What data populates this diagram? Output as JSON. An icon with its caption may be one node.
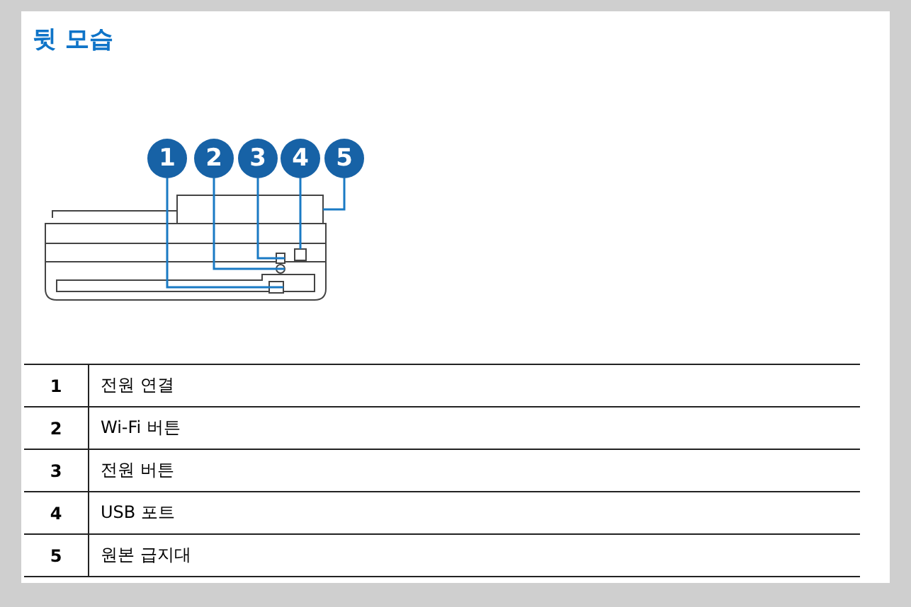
{
  "diagram": {
    "title": "뒷 모습",
    "nodes": [
      {
        "text": [
          "1"
        ]
      },
      {
        "text": [
          "2"
        ]
      },
      {
        "text": [
          "3"
        ]
      },
      {
        "text": [
          "4"
        ]
      },
      {
        "text": [
          "5"
        ]
      },
      {
        "text": [],
        "shape": "box"
      },
      {
        "text": [],
        "shape": "circle"
      },
      {
        "text": [],
        "shape": "box"
      },
      {
        "text": [],
        "shape": "box"
      },
      {
        "text": [],
        "shape": "box"
      }
    ],
    "edges": [
      {
        "from": 0,
        "to": 5,
        "arrow": "none"
      },
      {
        "from": 1,
        "to": 6,
        "arrow": "none"
      },
      {
        "from": 2,
        "to": 7,
        "arrow": "none"
      },
      {
        "from": 3,
        "to": 8,
        "arrow": "none"
      },
      {
        "from": 4,
        "to": 9,
        "arrow": "none"
      }
    ],
    "labels": [
      "1",
      "전원 연결",
      "2",
      "Wi-Fi 버튼",
      "3",
      "전원 버튼",
      "4",
      "USB 포트",
      "5",
      "원본 급지대"
    ]
  }
}
